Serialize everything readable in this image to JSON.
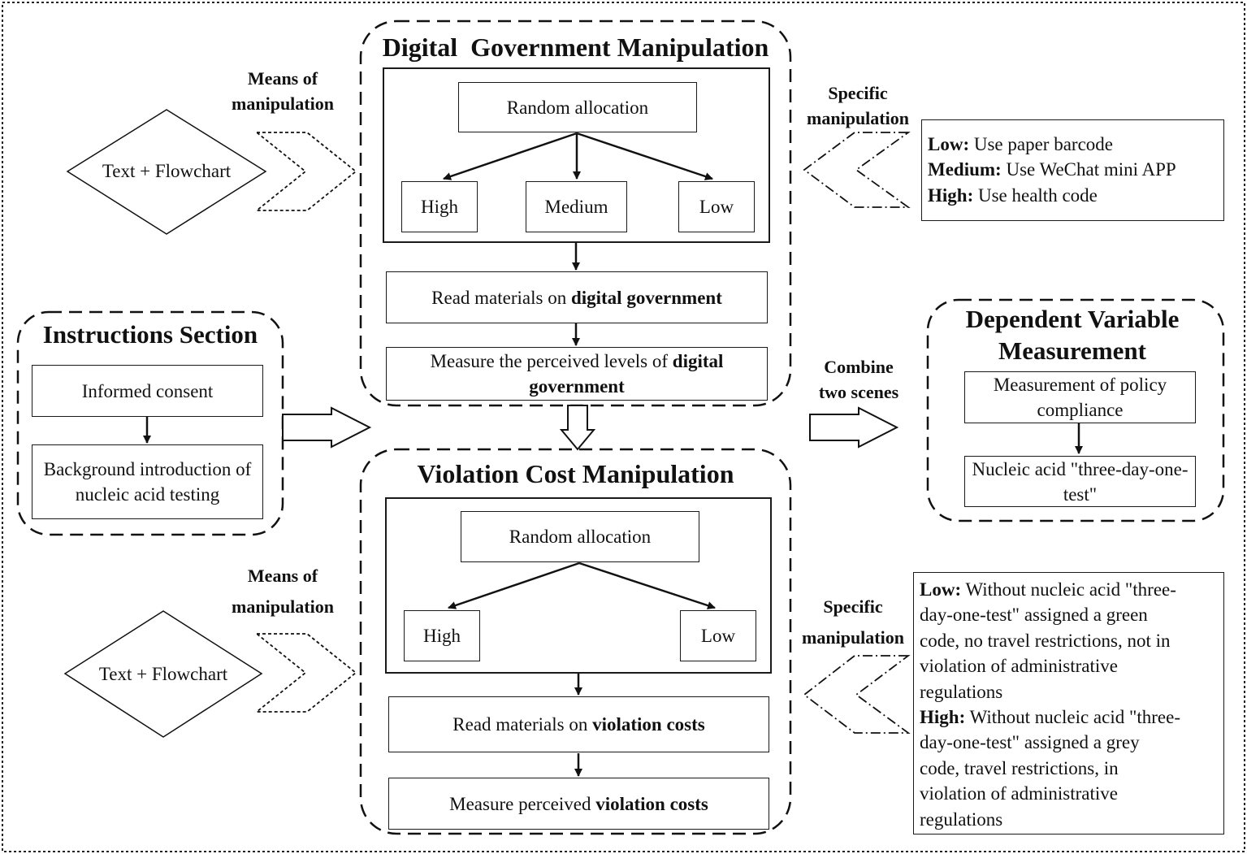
{
  "digital_government": {
    "title": "Digital  Government Manipulation",
    "random_allocation": "Random allocation",
    "levels": [
      "High",
      "Medium",
      "Low"
    ],
    "read_materials": {
      "prefix": "Read materials on ",
      "bold": "digital government"
    },
    "measure": {
      "prefix": "Measure the perceived levels of ",
      "bold_1": "digital",
      "bold_2": "government"
    },
    "means_label": [
      "Means of",
      "manipulation"
    ],
    "means_value": "Text + Flowchart",
    "specific_label": [
      "Specific",
      "manipulation"
    ],
    "specific_items": [
      {
        "key": "Low:",
        "text": " Use paper barcode"
      },
      {
        "key": "Medium:",
        "text": " Use WeChat mini APP"
      },
      {
        "key": "High:",
        "text": " Use health code"
      }
    ]
  },
  "violation_cost": {
    "title": "Violation Cost Manipulation",
    "random_allocation": "Random allocation",
    "levels": [
      "High",
      "Low"
    ],
    "read_materials": {
      "prefix": "Read materials on ",
      "bold": "violation costs"
    },
    "measure": {
      "prefix": "Measure perceived ",
      "bold": "violation costs"
    },
    "means_label": [
      "Means of",
      "manipulation"
    ],
    "means_value": "Text + Flowchart",
    "specific_label": [
      "Specific",
      "manipulation"
    ],
    "specific_low": {
      "key": "Low:",
      "lines": [
        " Without nucleic acid \"three-",
        "day-one-test\" assigned a green",
        "code, no travel restrictions, not in",
        "violation of administrative",
        "regulations"
      ]
    },
    "specific_high": {
      "key": "High:",
      "lines": [
        " Without nucleic acid \"three-",
        "day-one-test\" assigned a grey",
        "code, travel restrictions, in",
        "violation of administrative",
        "regulations"
      ]
    }
  },
  "instructions": {
    "title": "Instructions Section",
    "steps": [
      "Informed consent",
      "Background introduction of nucleic acid testing"
    ]
  },
  "combine_label": [
    "Combine",
    "two scenes"
  ],
  "dependent": {
    "title": [
      "Dependent Variable",
      "Measurement"
    ],
    "steps": [
      "Measurement of policy compliance",
      "Nucleic acid \"three-day-one-test\""
    ]
  }
}
